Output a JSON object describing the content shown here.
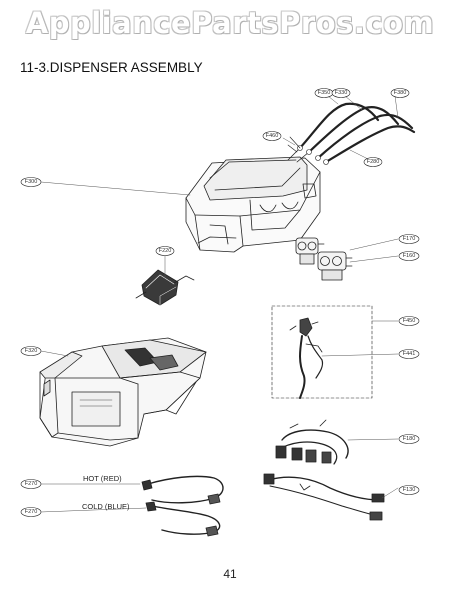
{
  "watermark": "AppliancePartsPros.com",
  "title": "11-3.DISPENSER ASSEMBLY",
  "page_number": "41",
  "callouts": {
    "c1": "F350",
    "c2": "F330",
    "c3": "F380",
    "c4": "F460",
    "c5": "F280",
    "c6": "F300",
    "c7": "F170",
    "c8": "F160",
    "c9": "F220",
    "c10": "F450",
    "c11": "F441",
    "c12": "F320",
    "c13": "F180",
    "c14": "F130",
    "c15": "F270",
    "c16": "F270"
  },
  "hose_labels": {
    "hot": "HOT (RED)",
    "cold": "COLD (BLUE)"
  }
}
